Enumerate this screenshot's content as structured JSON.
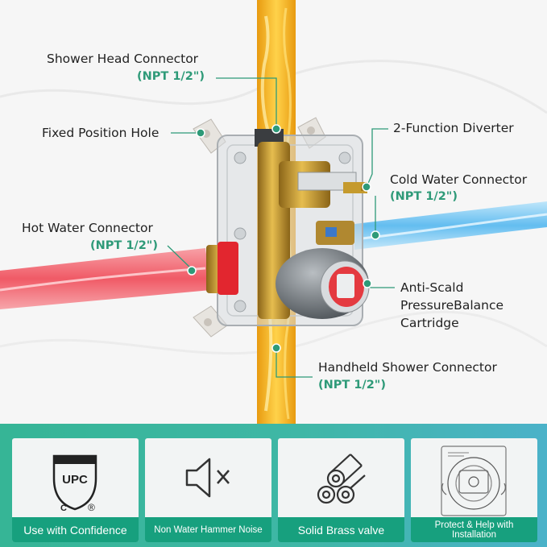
{
  "callouts": {
    "shower_head": {
      "name": "Shower Head Connector",
      "spec": "(NPT 1/2\")"
    },
    "fixed_hole": {
      "name": "Fixed Position Hole"
    },
    "diverter": {
      "name": "2-Function Diverter"
    },
    "cold_water": {
      "name": "Cold Water Connector",
      "spec": "(NPT 1/2\")"
    },
    "hot_water": {
      "name": "Hot Water Connector",
      "spec": "(NPT 1/2\")"
    },
    "cartridge": {
      "line1": "Anti-Scald",
      "line2": "PressureBalance",
      "line3": "Cartridge"
    },
    "handheld": {
      "name": "Handheld Shower Connector",
      "spec": "(NPT 1/2\")"
    }
  },
  "features": [
    {
      "caption": "Use with Confidence",
      "icon": "upc-certification-icon",
      "badge_text": "UPC",
      "badge_c": "C",
      "badge_r": "®"
    },
    {
      "caption": "Non Water Hammer Noise",
      "icon": "speaker-mute-icon"
    },
    {
      "caption": "Solid Brass valve",
      "icon": "brass-pipes-icon"
    },
    {
      "caption": "Protect & Help with Installation",
      "icon": "installation-template-icon"
    }
  ],
  "colors": {
    "accent": "#2e9a78",
    "band_start": "#36b596",
    "band_end": "#4bb2c9",
    "caption_bg": "#17a07e",
    "hot_water": "#f06b73",
    "cold_water": "#6fc3ef",
    "main_pipe": "#f3b21b"
  }
}
